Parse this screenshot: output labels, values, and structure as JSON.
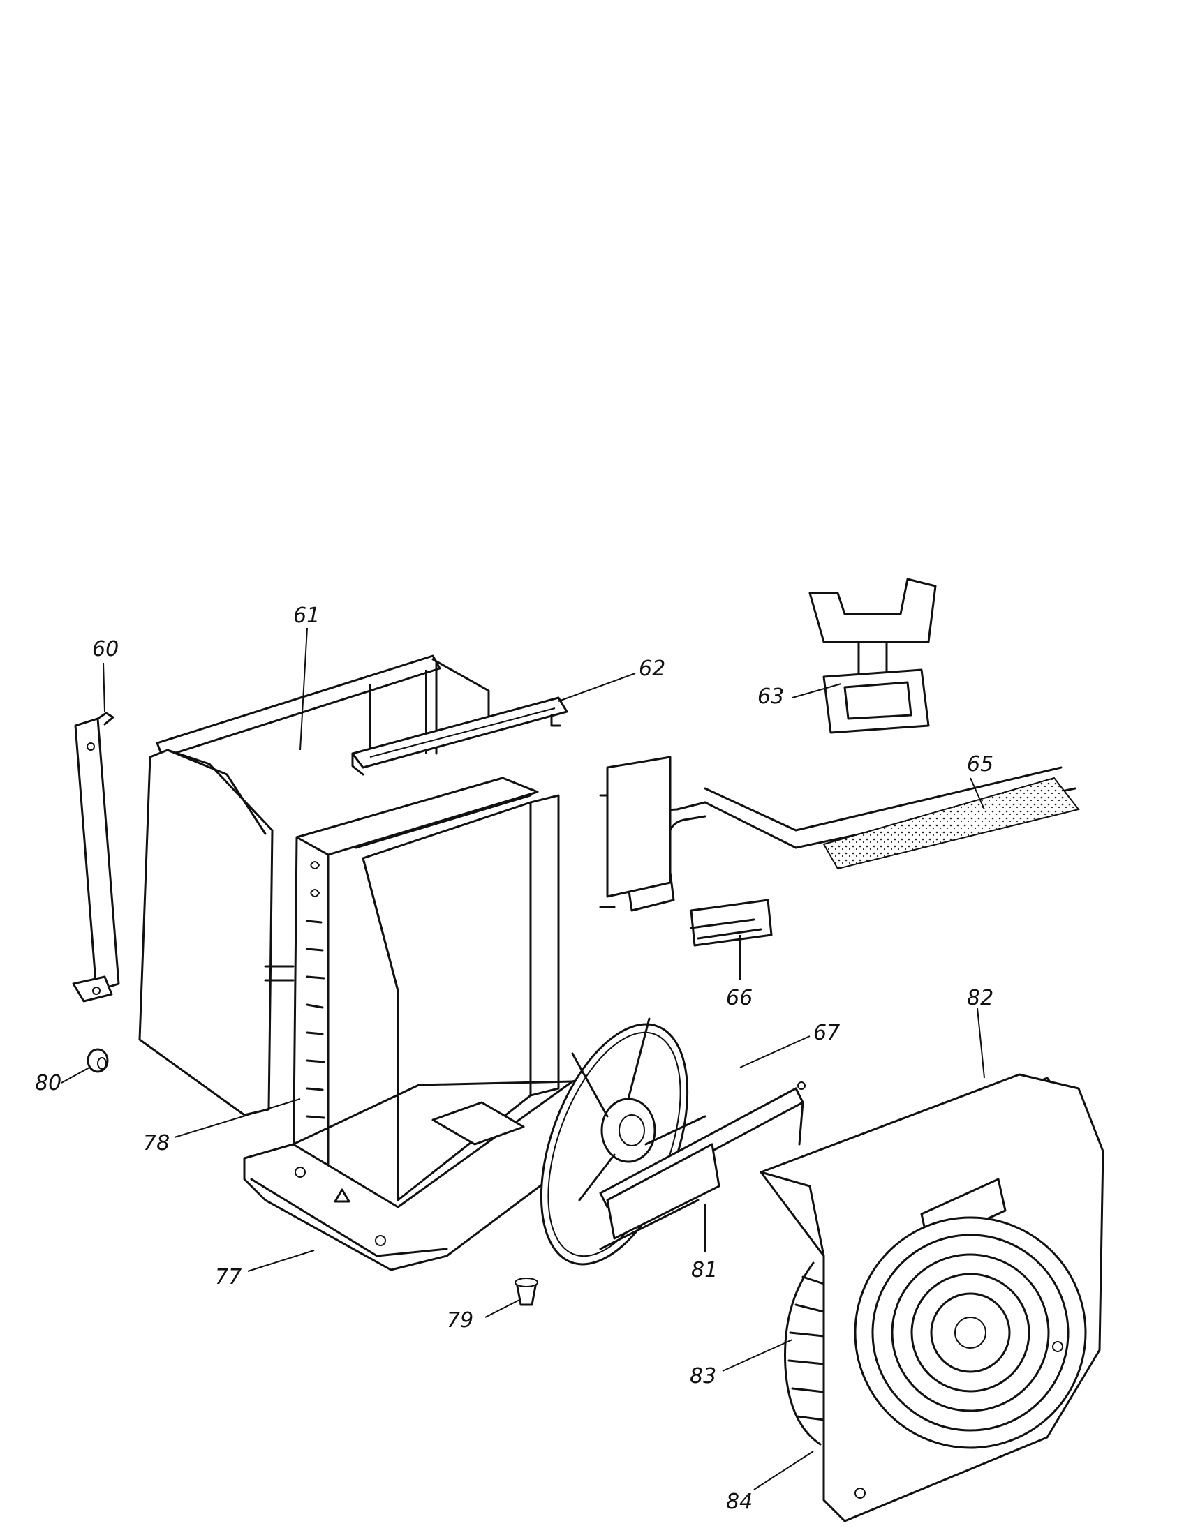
{
  "labels": {
    "p60": "60",
    "p61": "61",
    "p62": "62",
    "p63": "63",
    "p65": "65",
    "p66": "66",
    "p67": "67",
    "p77": "77",
    "p78": "78",
    "p79": "79",
    "p80": "80",
    "p81": "81",
    "p82": "82",
    "p83": "83",
    "p84": "84"
  }
}
